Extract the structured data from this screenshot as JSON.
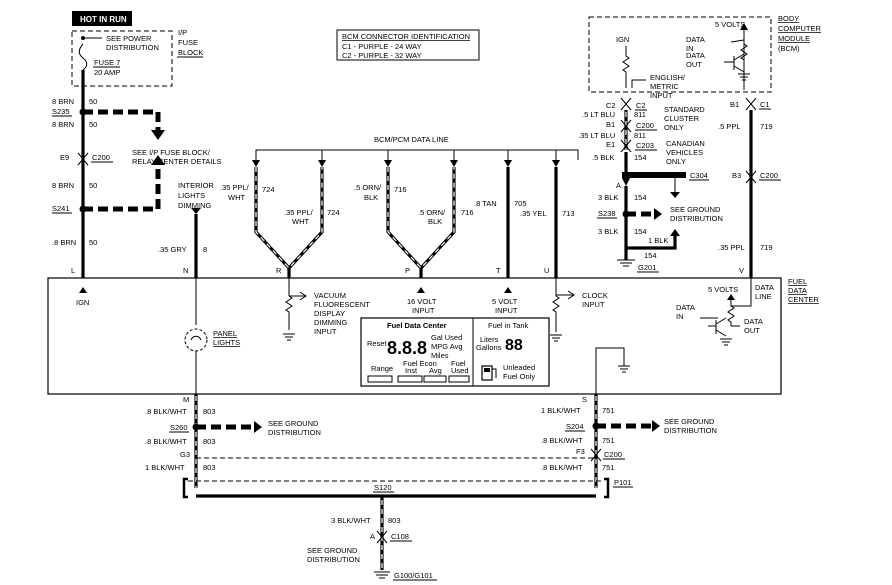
{
  "header": {
    "hot_in_run": "HOT IN RUN"
  },
  "fuse": {
    "see_power": "SEE POWER",
    "distribution": "DISTRIBUTION",
    "name": "FUSE 7",
    "rating": "20 AMP",
    "block_1": "I/P",
    "block_2": "FUSE",
    "block_3": "BLOCK"
  },
  "bcm_id": {
    "title": "BCM CONNECTOR IDENTIFICATION",
    "c1": "C1 - PURPLE - 24 WAY",
    "c2": "C2 - PURPLE - 32 WAY"
  },
  "left_circuit": {
    "w1_color": "8 BRN",
    "w1_num": "50",
    "s235": "S235",
    "w2_color": "8 BRN",
    "w2_num": "50",
    "see_ip_1": "SEE I/P FUSE BLOCK/",
    "see_ip_2": "RELAY CENTER DETAILS",
    "e9": "E9",
    "c200": "C200",
    "w3_color": "8 BRN",
    "w3_num": "50",
    "s241": "S241",
    "w4_color": ".8 BRN",
    "w4_num": "50",
    "pin_l": "L",
    "ign": "IGN"
  },
  "dimming": {
    "label_1": "INTERIOR",
    "label_2": "LIGHTS",
    "label_3": "DIMMING",
    "wire_color": ".35 GRY",
    "wire_num": "8",
    "pin_n": "N",
    "panel_1": "PANEL",
    "panel_2": "LIGHTS"
  },
  "data_line": {
    "label": "BCM/PCM DATA LINE",
    "w724a_color_1": ".35 PPL/",
    "w724a_color_2": "WHT",
    "w724a_num": "724",
    "w724b_color_1": ".35 PPL/",
    "w724b_color_2": "WHT",
    "w724b_num": "724",
    "w716a_color_1": ".5 ORN/",
    "w716a_color_2": "BLK",
    "w716a_num": "716",
    "w716b_color_1": ".5 ORN/",
    "w716b_color_2": "BLK",
    "w716b_num": "716",
    "tan_color": ".8 TAN",
    "tan_num": "705",
    "yel_color": ".35 YEL",
    "yel_num": "713",
    "pin_r": "R",
    "pin_p": "P",
    "pin_t": "T",
    "pin_u": "U"
  },
  "inputs": {
    "vac_1": "VACUUM",
    "vac_2": "FLUORESCENT",
    "vac_3": "DISPLAY",
    "vac_4": "DIMMING",
    "vac_5": "INPUT",
    "v16_1": "16 VOLT",
    "v16_2": "INPUT",
    "v5_1": "5 VOLT",
    "v5_2": "INPUT",
    "clock_1": "CLOCK",
    "clock_2": "INPUT"
  },
  "fdc_panel": {
    "title": "Fuel Data Center",
    "reset": "Reset",
    "digits": "8.8.8",
    "gal_used": "Gal Used",
    "mpg_avg": "MPG Avg",
    "miles": "Miles",
    "fuel_econ": "Fuel Econ",
    "range": "Range",
    "inst": "Inst",
    "avg": "Avg",
    "fuel_used": "Fuel",
    "used": "Used",
    "fuel_in_tank": "Fuel in Tank",
    "liters": "Liters",
    "gallons": "Gallons",
    "tank_digits": "88",
    "unleaded_1": "Unleaded",
    "unleaded_2": "Fuel Only"
  },
  "fdc_module": {
    "name_1": "FUEL",
    "name_2": "DATA",
    "name_3": "CENTER",
    "five_volts": "5 VOLTS",
    "data_in_1": "DATA",
    "data_in_2": "IN",
    "data_line_1": "DATA",
    "data_line_2": "LINE",
    "data_out_1": "DATA",
    "data_out_2": "OUT",
    "pin_v": "V"
  },
  "bcm": {
    "five_volts": "5 VOLTS",
    "data_in_1": "DATA",
    "data_in_2": "IN",
    "data_out_1": "DATA",
    "data_out_2": "OUT",
    "name_1": "BODY",
    "name_2": "COMPUTER",
    "name_3": "MODULE",
    "name_4": "(BCM)",
    "ign": "IGN",
    "eng_1": "ENGLISH/",
    "eng_2": "METRIC",
    "eng_3": "INPUT",
    "c2_left": "C2",
    "c2_right": "C2",
    "b1_left": "B1",
    "c1_right": "C1"
  },
  "cluster": {
    "w811a_color": ".5 LT BLU",
    "w811a_num": "811",
    "std_1": "STANDARD",
    "std_2": "CLUSTER",
    "std_3": "ONLY",
    "b1": "B1",
    "c200": "C200",
    "w811b_color": ".35 LT BLU",
    "w811b_num": "811",
    "e1": "E1",
    "c203": "C203",
    "canadian_1": "CANADIAN",
    "canadian_2": "VEHICLES",
    "canadian_3": "ONLY",
    "w154a_color": ".5 BLK",
    "w154a_num": "154",
    "a": "A",
    "c304": "C304",
    "w154b_color": "3 BLK",
    "w154b_num": "154",
    "s238": "S238",
    "see_ground_1": "SEE GROUND",
    "see_ground_2": "DISTRIBUTION",
    "w154c_color": "3 BLK",
    "w154c_num": "154",
    "w154d_color": "1 BLK",
    "w154d_num": "154",
    "g201": "G201"
  },
  "right_circuit": {
    "w719a_color": ".5 PPL",
    "w719a_num": "719",
    "b3": "B3",
    "c200": "C200",
    "w719b_color": ".35 PPL",
    "w719b_num": "719"
  },
  "ground_left": {
    "pin_m": "M",
    "w1_color": ".8 BLK/WHT",
    "w1_num": "803",
    "s260": "S260",
    "see_ground_1": "SEE GROUND",
    "see_ground_2": "DISTRIBUTION",
    "w2_color": ".8 BLK/WHT",
    "w2_num": "803",
    "g3": "G3",
    "w3_color": "1 BLK/WHT",
    "w3_num": "803"
  },
  "ground_right": {
    "pin_s": "S",
    "w1_color": "1 BLK/WHT",
    "w1_num": "751",
    "s204": "S204",
    "see_ground_1": "SEE GROUND",
    "see_ground_2": "DISTRIBUTION",
    "w2_color": ".8 BLK/WHT",
    "w2_num": "751",
    "f3": "F3",
    "c200": "C200",
    "w3_color": ".8 BLK/WHT",
    "w3_num": "751",
    "p101": "P101"
  },
  "ground_bottom": {
    "s120": "S120",
    "w_color": "3 BLK/WHT",
    "w_num": "803",
    "a": "A",
    "c108": "C108",
    "see_ground_1": "SEE GROUND",
    "see_ground_2": "DISTRIBUTION",
    "g": "G100/G101"
  }
}
